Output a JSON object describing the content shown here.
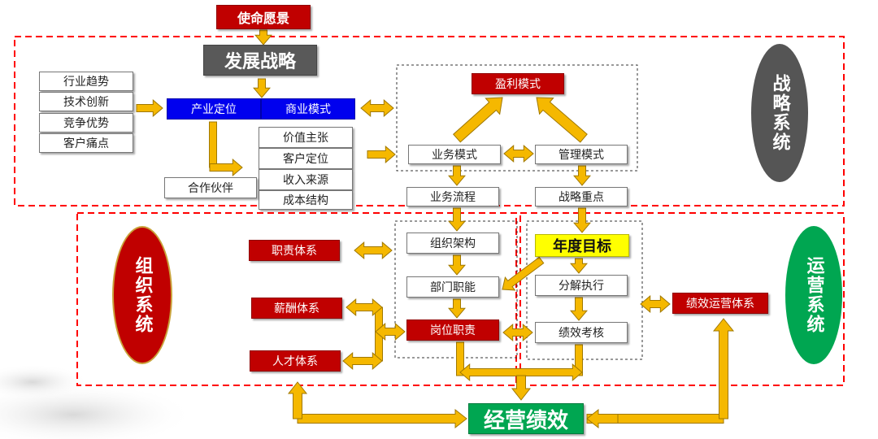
{
  "top": {
    "mission": "使命愿景",
    "strategy": "发展战略"
  },
  "inputs": [
    "行业趋势",
    "技术创新",
    "竞争优势",
    "客户痛点"
  ],
  "positioning": {
    "industry": "产业定位",
    "business_model": "商业模式"
  },
  "model_items": [
    "价值主张",
    "客户定位",
    "收入来源",
    "成本结构"
  ],
  "partner": "合作伙伴",
  "profit": {
    "profit_model": "盈利模式",
    "business_mode": "业务模式",
    "management_mode": "管理模式"
  },
  "flow": {
    "process": "业务流程",
    "org_structure": "组织架构",
    "dept_function": "部门职能",
    "position_duty": "岗位职责"
  },
  "targets": {
    "strategic_focus": "战略重点",
    "annual_goal": "年度目标",
    "decomposition": "分解执行",
    "performance_review": "绩效考核"
  },
  "hr": {
    "duty_system": "职责体系",
    "pay_system": "薪酬体系",
    "talent_system": "人才体系"
  },
  "perf_ops_system": "绩效运营体系",
  "result": "经营绩效",
  "systems": {
    "strategy": "战略系统",
    "organization": "组织系统",
    "operation": "运营系统"
  },
  "colors": {
    "red": "#c00000",
    "arrow": "#f5b800",
    "arrow_outline": "#a07800",
    "dash": "#ff0000",
    "blue": "#0000ee",
    "green": "#00a651",
    "gray": "#555555"
  }
}
